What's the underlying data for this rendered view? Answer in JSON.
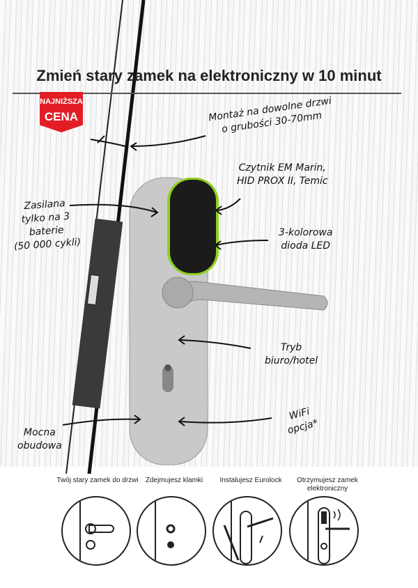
{
  "headline": "Zmień stary zamek na elektroniczny w 10 minut",
  "badge": {
    "line1": "NAJNIŻSZA",
    "line2": "CENA",
    "color": "#e21d25"
  },
  "callouts": {
    "mounting": [
      "Montaż na dowolne drzwi",
      "o grubości 30-70mm"
    ],
    "reader": [
      "Czytnik EM Marin,",
      "HID PROX II, Temic"
    ],
    "battery": [
      "Zasilana",
      "tylko na 3",
      "baterie",
      "(50 000 cykli)"
    ],
    "led": [
      "3-kolorowa",
      "dioda LED"
    ],
    "mode": [
      "Tryb",
      "biuro/hotel"
    ],
    "wifi": [
      "WiFi",
      "opcja*"
    ],
    "housing": [
      "Mocna",
      "obudowa"
    ]
  },
  "steps": [
    {
      "label": "Twój stary zamek do drzwi"
    },
    {
      "label": "Zdejmujesz klamki"
    },
    {
      "label": "Instalujesz Eurolock"
    },
    {
      "label": "Otrzymujesz zamek elektroniczny"
    }
  ],
  "colors": {
    "led": "#8ed11f"
  }
}
